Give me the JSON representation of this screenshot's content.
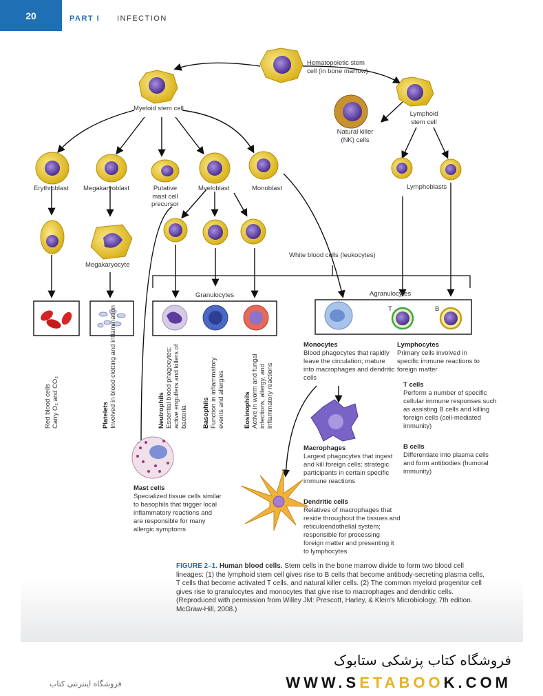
{
  "header": {
    "page_number": "20",
    "part": "PART I",
    "chapter": "INFECTION"
  },
  "labels": {
    "hsc": "Hematopoietic stem cell (in bone marrow)",
    "myeloid_stem": "Myeloid stem cell",
    "lymphoid_stem": "Lymphoid stem cell",
    "nk": "Natural killer (NK) cells",
    "erythroblast": "Erythroblast",
    "megakaryoblast": "Megakaryoblast",
    "putative_mast": "Putative mast cell precursor",
    "myeloblast": "Myeloblast",
    "monoblast": "Monoblast",
    "lymphoblasts": "Lymphoblasts",
    "megakaryocyte": "Megakaryocyte",
    "wbc": "White blood cells (leukocytes)",
    "granulocytes": "Granulocytes",
    "agranulocytes": "Agranulocytes",
    "t_marker": "T",
    "b_marker": "B"
  },
  "rotated": {
    "rbc": {
      "title": "Red blood cells",
      "body": "Carry O₂ and CO₂"
    },
    "platelets": {
      "title": "Platelets",
      "body": "Involved in blood clotting and inflammation"
    },
    "neutrophils": {
      "title": "Neutrophils",
      "body": "Essential blood phagocytes; active engulfers and killers of bacteria"
    },
    "basophils": {
      "title": "Basophils",
      "body": "Function in inflammatory events and allergies"
    },
    "eosinophils": {
      "title": "Eosinophils",
      "body": "Active in worm and fungal infections, allergy, and inflammatory reactions"
    }
  },
  "descriptions": {
    "monocytes": {
      "title": "Monocytes",
      "body": "Blood phagocytes that rapidly leave the circulation; mature into macrophages and dendritic cells"
    },
    "lymphocytes": {
      "title": "Lymphocytes",
      "body": "Primary cells involved in specific immune reactions to foreign matter"
    },
    "t_cells": {
      "title": "T cells",
      "body": "Perform a number of specific cellular immune responses such as assisting B cells and killing foreign cells (cell-mediated immunity)"
    },
    "b_cells": {
      "title": "B cells",
      "body": "Differentiate into plasma cells and form antibodies (humoral immunity)"
    },
    "macrophages": {
      "title": "Macrophages",
      "body": "Largest phagocytes that ingest and kill foreign cells; strategic participants in certain specific immune reactions"
    },
    "dendritic": {
      "title": "Dendritic cells",
      "body": "Relatives of macrophages that reside throughout the tissues and reticuloendothelial system; responsible for processing foreign matter and presenting it to lymphocytes"
    },
    "mast": {
      "title": "Mast cells",
      "body": "Specialized tissue cells similar to basophils that trigger local inflammatory reactions and are responsible for many allergic symptoms"
    }
  },
  "caption": {
    "figure_label": "FIGURE 2–1.",
    "title": "Human blood cells.",
    "text": "Stem cells in the bone marrow divide to form two blood cell lineages: (1) the lymphoid stem cell gives rise to B cells that become antibody-secreting plasma cells, T cells that become activated T cells, and natural killer cells. (2) The common myeloid progenitor cell gives rise to granulocytes and monocytes that give rise to macrophages and dendritic cells. (Reproduced with permission from Willey JM: Prescott, Harley, & Klein's Microbiology, 7th edition. McGraw-Hill, 2008.)"
  },
  "footer": {
    "store_name": "فروشگاه کتاب پزشکی ستابوک",
    "url_prefix": "WWW.S",
    "url_highlight": "ETABOO",
    "url_suffix": "K.COM",
    "logo_tagline": "فروشگاه اینترنتی کتاب"
  },
  "colors": {
    "accent": "#1f6fb4",
    "cell_body": "#f2d544",
    "nucleus": "#6a4bb0",
    "logo": "#e9b21f"
  }
}
